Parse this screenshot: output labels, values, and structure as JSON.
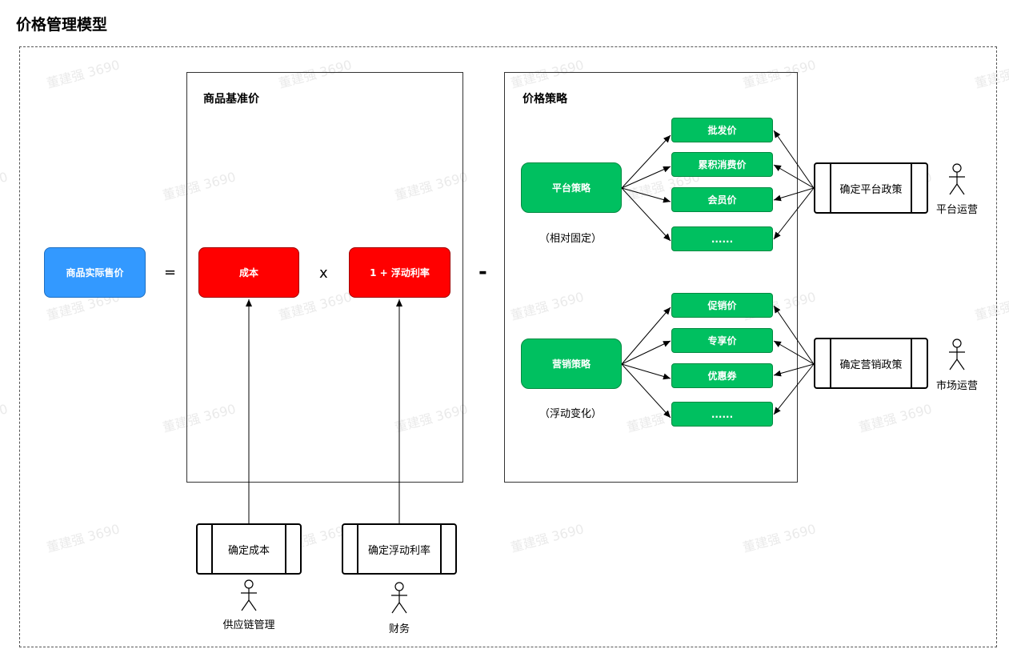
{
  "title": "价格管理模型",
  "watermark": "董建强 3690",
  "left": {
    "sale_price": "商品实际售价",
    "equals": "="
  },
  "base_price": {
    "title": "商品基准价",
    "cost": "成本",
    "multiply": "x",
    "rate": "1 + 浮动利率"
  },
  "minus": "-",
  "strategy": {
    "title": "价格策略",
    "platform": {
      "label": "平台策略",
      "note": "（相对固定）",
      "items": [
        "批发价",
        "累积消费价",
        "会员价",
        "......"
      ]
    },
    "marketing": {
      "label": "营销策略",
      "note": "（浮动变化）",
      "items": [
        "促销价",
        "专享价",
        "优惠券",
        "......"
      ]
    }
  },
  "processes": {
    "confirm_cost": "确定成本",
    "confirm_rate": "确定浮动利率",
    "confirm_platform": "确定平台政策",
    "confirm_marketing": "确定营销政策"
  },
  "actors": {
    "supply_chain": "供应链管理",
    "finance": "财务",
    "platform_ops": "平台运营",
    "market_ops": "市场运营"
  }
}
